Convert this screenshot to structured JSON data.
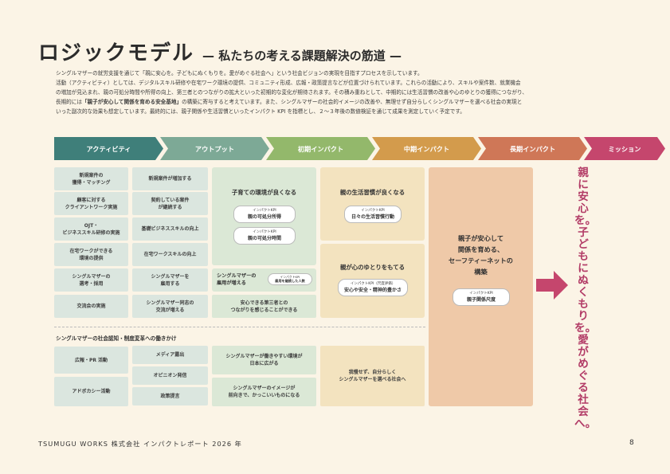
{
  "header": {
    "title": "ロジックモデル",
    "subtitle": "— 私たちの考える課題解決の筋道 —"
  },
  "intro": {
    "line1": "シングルマザーの就労支援を通じて「親に安心を。子どもにぬくもりを。愛がめぐる社会へ」という社会ビジョンの実現を目指すプロセスを示しています。",
    "line2": "活動（アクティビティ）としては、デジタルスキル研修や在宅ワーク環境の提供、コミュニティ形成、広報・政策提言などが位置づけられています。これらの活動により、スキルや案件数、就業機会",
    "line3": "の増加が見込まれ、親の可処分時間や所得の向上、第三者とのつながりの拡大といった初期的な変化が期待されます。その積み重ねとして、中期的には生活習慣の改善や心のゆとりの獲得につながり、",
    "line4a": "長期的には",
    "line4b": "「親子が安心して関係を育める安全基地」",
    "line4c": "の構築に寄与すると考えています。また、シングルマザーの社会的イメージの改善や、無理せず自分らしくシングルマザーを選べる社会の実現と",
    "line5": "いった副次的な効果も想定しています。最終的には、親子関係や生活習慣といったインパクト KPI を指標とし、２〜３年後の数値検証を通じて成果を測定していく予定です。"
  },
  "stages": [
    {
      "label": "アクティビティ",
      "color": "#3f7f7a"
    },
    {
      "label": "アウトプット",
      "color": "#7da996"
    },
    {
      "label": "初期インパクト",
      "color": "#93b86b"
    },
    {
      "label": "中期インパクト",
      "color": "#d39b4c"
    },
    {
      "label": "長期インパクト",
      "color": "#cf7757"
    },
    {
      "label": "ミッション",
      "color": "#c5466d"
    }
  ],
  "activities": [
    {
      "line1": "新規案件の",
      "line2": "獲得・マッチング"
    },
    {
      "line1": "顧客に対する",
      "line2": "クライアントワーク実施"
    },
    {
      "line1": "OJT・",
      "line2": "ビジネススキル研修の実施"
    },
    {
      "line1": "在宅ワークができる",
      "line2": "環境の提供"
    },
    {
      "line1": "シングルマザーの",
      "line2": "選考・採用"
    },
    {
      "line1": "交流会の実施",
      "line2": ""
    }
  ],
  "outputs": [
    {
      "line1": "新規案件が増加する",
      "line2": ""
    },
    {
      "line1": "契約している案件",
      "line2": "が継続する"
    },
    {
      "line1": "基礎ビジネススキルの向上",
      "line2": ""
    },
    {
      "line1": "在宅ワークスキルの向上",
      "line2": ""
    },
    {
      "line1": "シングルマザーを",
      "line2": "雇用する"
    },
    {
      "line1": "シングルマザー同志の",
      "line2": "交流が増える"
    }
  ],
  "initial": {
    "panel1_title": "子育ての環境が良くなる",
    "kpi1_label": "インパクトKPI",
    "kpi1_value": "親の可処分所得",
    "kpi2_label": "インパクトKPI",
    "kpi2_value": "親の可処分時間",
    "panel2_line1": "シングルマザーの",
    "panel2_line2": "雇用が増える",
    "kpi3_label": "インパクトKPI",
    "kpi3_value": "雇用を継続した人数",
    "panel3_line1": "安心できる第三者との",
    "panel3_line2": "つながりを感じることができる"
  },
  "mid": {
    "panel1_title": "親の生活習慣が良くなる",
    "kpi1_label": "インパクトKPI",
    "kpi1_value": "日々の生活習慣行動",
    "panel2_title": "親が心のゆとりをもてる",
    "kpi2_label": "インパクトKPI（尺度評価）",
    "kpi2_value": "安心や安全・精神的豊かさ"
  },
  "long": {
    "line1": "親子が安心して",
    "line2": "関係を育める、",
    "line3": "セーフティーネットの",
    "line4": "構築",
    "kpi_label": "インパクトKPI",
    "kpi_value": "親子関係尺度"
  },
  "mission": "親に安心を。子どもにぬくもりを。愛がめぐる社会へ。",
  "social": {
    "label": "シングルマザーの社会認知・制度変革への働きかけ",
    "act1": "広報・PR 活動",
    "act2": "アドボカシー活動",
    "out1": "メディア露出",
    "out2": "オピニオン発信",
    "out3": "政策提言",
    "init1_line1": "シングルマザーが働きやすい環境が",
    "init1_line2": "日本に広がる",
    "init2_line1": "シングルマザーのイメージが",
    "init2_line2": "前向きで、かっこいいものになる",
    "mid_line1": "我慢せず、自分らしく",
    "mid_line2": "シングルマザーを選べる社会へ"
  },
  "footer": {
    "company": "TSUMUGU WORKS 株式会社 インパクトレポート 2026 年",
    "page": "8"
  }
}
